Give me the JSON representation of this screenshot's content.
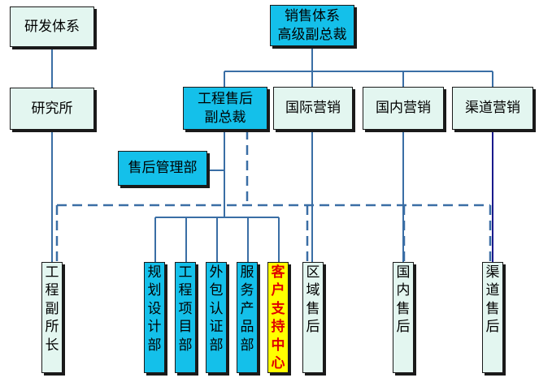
{
  "top_left": {
    "title": "研发体系"
  },
  "top_right": {
    "line1": "销售体系",
    "line2": "高级副总裁"
  },
  "level2": {
    "research": "研究所",
    "engineering_service": {
      "line1": "工程售后",
      "line2": "副总裁"
    },
    "intl_sales": "国际营销",
    "domestic_sales": "国内营销",
    "channel_sales": "渠道营销"
  },
  "after_sales_mgmt": "售后管理部",
  "bottom": {
    "eng_deputy": "工程副所长",
    "planning": "规划设计部",
    "eng_project": "工程项目部",
    "outsourcing": "外包认证部",
    "service_product": "服务产品部",
    "customer_support": "客户支持中心",
    "regional": "区域售后",
    "domestic": "国内售后",
    "channel": "渠道售后"
  },
  "colors": {
    "light_box": "#e3f6f0",
    "cyan_box": "#14c0ea",
    "highlight_box": "#ffff00",
    "line": "#3a6ea5",
    "channel_line": "#1a1a8c",
    "highlight_text": "#e00000"
  }
}
